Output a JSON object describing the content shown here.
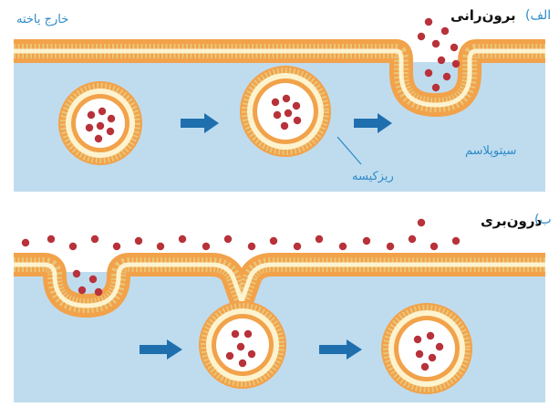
{
  "panel_a": {
    "letter": "الف)",
    "title": "برون‌رانی",
    "outside_label": "خارج یاخته",
    "cytoplasm_label": "سیتوپلاسم",
    "vesicle_label": "ریزکیسه"
  },
  "panel_b": {
    "letter": "ب)",
    "title": "درون‌بری"
  },
  "colors": {
    "cytoplasm": "#bfdcef",
    "membrane_head": "#f2a24a",
    "membrane_core": "#fdf3cf",
    "membrane_tail": "#e9c67a",
    "particle": "#b8323a",
    "arrow": "#1f6fae",
    "label_blue": "#2e8bc9"
  }
}
